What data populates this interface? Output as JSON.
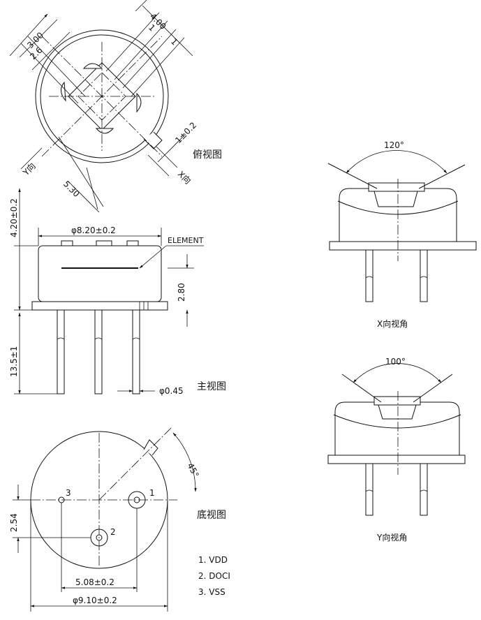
{
  "top_view": {
    "title": "俯视图",
    "dim_300": "3.00",
    "dim_26": "2.6",
    "dim_400": "4.00",
    "dim_1a": "1",
    "dim_1b": "1",
    "dim_110": "1±0.2",
    "dim_530": "5.30",
    "y_dir": "Y向",
    "x_dir": "X向"
  },
  "main_view": {
    "title": "主视图",
    "dim_height": "4.20±0.2",
    "dim_dia": "φ8.20±0.2",
    "element_label": "ELEMENT",
    "dim_280": "2.80",
    "dim_lead": "13.5±1",
    "dim_pin": "φ0.45"
  },
  "bottom_view": {
    "title": "底视图",
    "angle": "45°",
    "pin1": "1",
    "pin2": "2",
    "pin3": "3",
    "dim_254": "2.54",
    "dim_508": "5.08±0.2",
    "dim_910": "φ9.10±0.2"
  },
  "pins": [
    "1. VDD",
    "2. DOCI",
    "3. VSS"
  ],
  "x_view": {
    "angle": "120°",
    "caption": "X向视角"
  },
  "y_view": {
    "angle": "100°",
    "caption": "Y向视角"
  }
}
